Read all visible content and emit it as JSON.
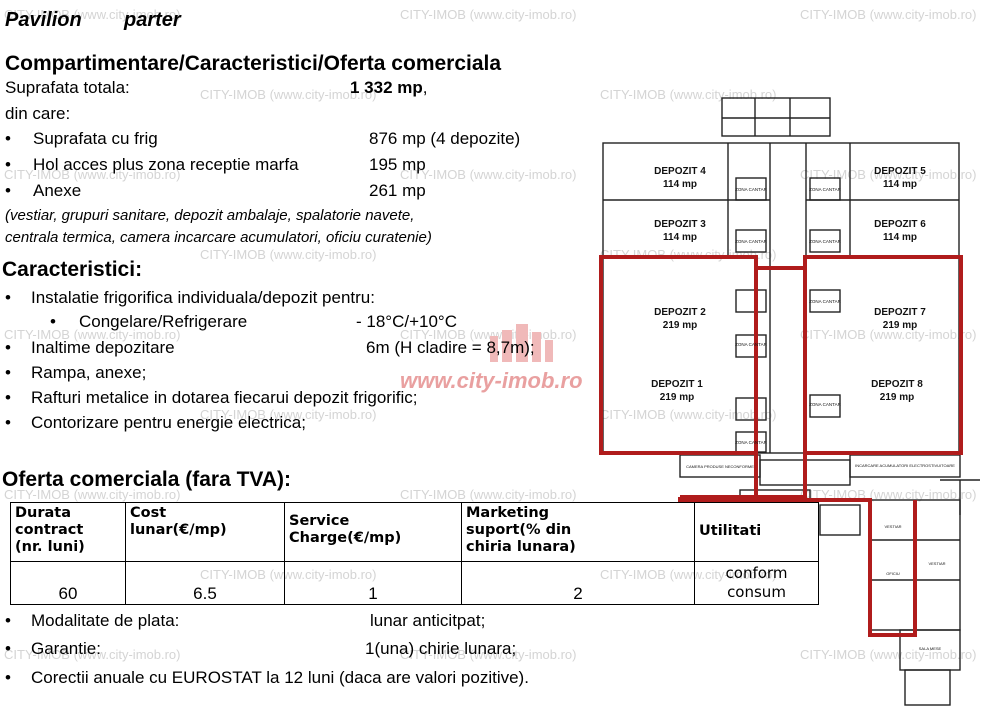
{
  "header": {
    "title_left": "Pavilion",
    "title_right": "parter",
    "section_heading": "Compartimentare/Caracteristici/Oferta comerciala"
  },
  "surface": {
    "total_label": "Suprafata totala:",
    "total_value": "1 332 mp",
    "total_comma": ",",
    "of_which": "din care:",
    "items": [
      {
        "label": "Suprafata cu frig",
        "value": "876 mp (4 depozite)"
      },
      {
        "label": "Hol acces plus zona receptie marfa",
        "value": "195 mp"
      },
      {
        "label": "Anexe",
        "value": "261 mp"
      }
    ],
    "annex_note_1": "(vestiar, grupuri sanitare, depozit ambalaje, spalatorie navete,",
    "annex_note_2": "centrala termica, camera incarcare acumulatori, oficiu curatenie)"
  },
  "features": {
    "heading": "Caracteristici:",
    "item1": "Instalatie frigorifica individuala/depozit pentru:",
    "sub_label": "Congelare/Refrigerare",
    "sub_value": "- 18°C/+10°C",
    "item2_label": "Inaltime depozitare",
    "item2_value": "6m (H cladire = 8,7m);",
    "item3": "Rampa, anexe;",
    "item4": "Rafturi metalice in dotarea fiecarui depozit frigorific;",
    "item5": "Contorizare pentru energie electrica;"
  },
  "offer": {
    "heading": "Oferta comerciala (fara TVA):",
    "headers": [
      [
        "Durata",
        "contract",
        "(nr. luni)"
      ],
      [
        "Cost",
        "lunar(€/mp)"
      ],
      [
        "Service",
        "Charge(€/mp)"
      ],
      [
        "Marketing",
        "suport(% din",
        "chiria lunara)"
      ],
      [
        "Utilitati"
      ]
    ],
    "values": [
      "60",
      "6.5",
      "1",
      "2"
    ],
    "utilities_value": [
      "conform",
      "consum"
    ]
  },
  "terms": {
    "payment_label": "Modalitate de plata:",
    "payment_value": "lunar anticitpat;",
    "guarantee_label": "Garantie:",
    "guarantee_value": "1(una) chirie lunara;",
    "correction": "Corectii anuale cu EUROSTAT la 12 luni (daca are valori pozitive)."
  },
  "watermark": {
    "text": "CITY-IMOB (www.city-imob.ro)",
    "logo": "www.city-imob.ro"
  },
  "floorplan": {
    "depots": [
      {
        "name": "DEPOZIT 4",
        "area": "114 mp"
      },
      {
        "name": "DEPOZIT 5",
        "area": "114 mp"
      },
      {
        "name": "DEPOZIT 3",
        "area": "114 mp"
      },
      {
        "name": "DEPOZIT 6",
        "area": "114 mp"
      },
      {
        "name": "DEPOZIT 2",
        "area": "219 mp"
      },
      {
        "name": "DEPOZIT 7",
        "area": "219 mp"
      },
      {
        "name": "DEPOZIT 1",
        "area": "219 mp"
      },
      {
        "name": "DEPOZIT 8",
        "area": "219 mp"
      }
    ],
    "scale_zone": "ZONA CANTAR",
    "rooms": [
      "CAMERA PRODUSE NECONFORME",
      "INCARCARE ACUMULATORI ELECTROSTIVUITOARE",
      "VESTIAR",
      "OFICIU",
      "SALA MESE"
    ],
    "accent_color": "#b01c1c"
  }
}
